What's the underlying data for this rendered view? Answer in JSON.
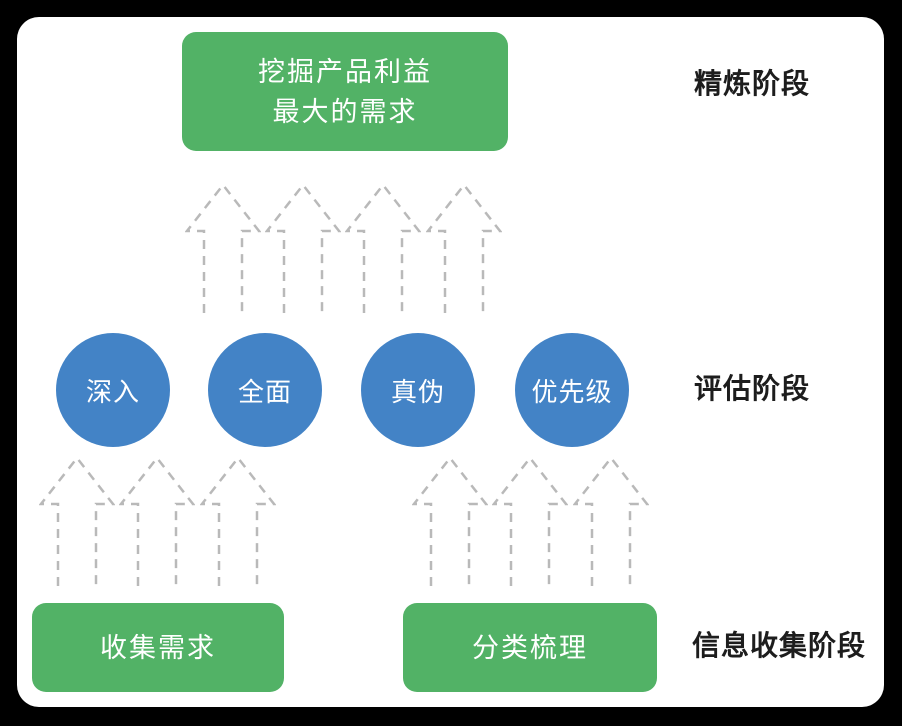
{
  "diagram": {
    "top_box": {
      "line1": "挖掘产品利益",
      "line2": "最大的需求"
    },
    "circles": [
      "深入",
      "全面",
      "真伪",
      "优先级"
    ],
    "bottom_boxes": [
      "收集需求",
      "分类梳理"
    ],
    "stage_labels": [
      "精炼阶段",
      "评估阶段",
      "信息收集阶段"
    ],
    "colors": {
      "box_green": "#52b266",
      "circle_blue": "#4383c6",
      "arrow_gray": "#b9b9b9",
      "label_text": "#1d1d1d",
      "frame_black": "#000000",
      "canvas_white": "#ffffff"
    }
  }
}
